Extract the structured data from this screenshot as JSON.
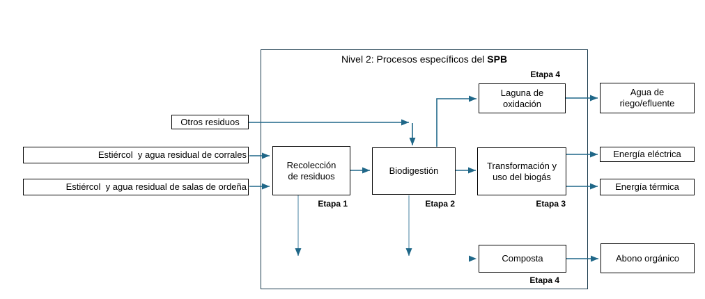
{
  "diagram": {
    "title_prefix": "Nivel 2: Procesos específicos del ",
    "title_bold": "SPB",
    "inputs": [
      {
        "label": "Otros residuos"
      },
      {
        "label": "Estiércol  y agua residual de corrales"
      },
      {
        "label": "Estiércol  y agua residual de salas de ordeña"
      }
    ],
    "processes": [
      {
        "label": "Recolección de residuos",
        "stage": "Etapa 1"
      },
      {
        "label": "Biodigestión",
        "stage": "Etapa 2"
      },
      {
        "label": "Transformación y uso del biogás",
        "stage": "Etapa 3"
      },
      {
        "label": "Laguna de oxidación",
        "stage": "Etapa 4"
      },
      {
        "label": "Composta",
        "stage": "Etapa 4"
      }
    ],
    "outputs": [
      {
        "label": "Agua de riego/efluente"
      },
      {
        "label": "Energía eléctrica"
      },
      {
        "label": "Energía térmica"
      },
      {
        "label": "Abono orgánico"
      }
    ],
    "colors": {
      "arrow-dark": "#1F6788",
      "arrow-light": "#8AB0C4",
      "container-border": "#17384A"
    }
  }
}
